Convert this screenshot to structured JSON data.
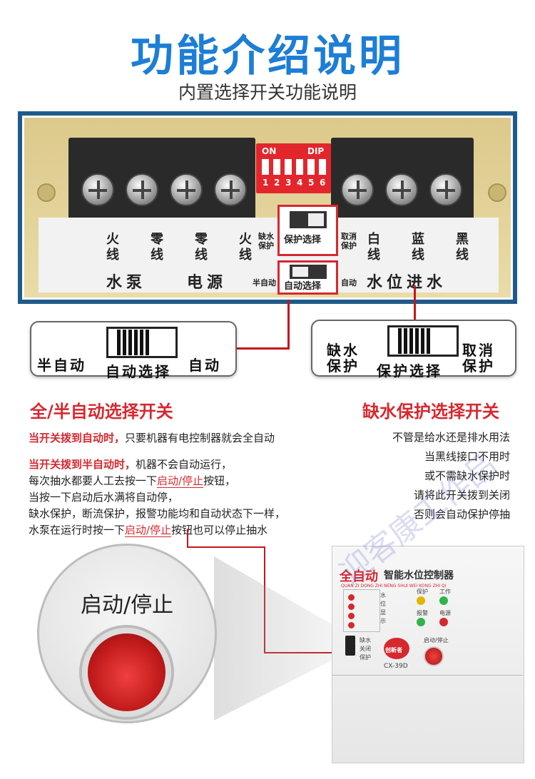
{
  "title": "功能介绍说明",
  "subtitle": "内置选择开关功能说明",
  "board": {
    "dip_on": "ON",
    "dip_label": "DIP",
    "dip_numbers": [
      "1",
      "2",
      "3",
      "4",
      "5",
      "6"
    ],
    "terminals_left": [
      {
        "top": "火",
        "bottom": "线"
      },
      {
        "top": "零",
        "bottom": "线"
      },
      {
        "top": "零",
        "bottom": "线"
      },
      {
        "top": "火",
        "bottom": "线"
      }
    ],
    "terminals_right": [
      {
        "top": "白",
        "bottom": "线"
      },
      {
        "top": "蓝",
        "bottom": "线"
      },
      {
        "top": "黑",
        "bottom": "线"
      }
    ],
    "group_pump": "水泵",
    "group_power": "电源",
    "group_level": "水位进水",
    "lack_water_protect": "缺水保护",
    "protect_select": "保护选择",
    "cancel_protect": "取消保护",
    "semi_auto": "半自动",
    "auto_select": "自动选择",
    "auto": "自动"
  },
  "callout_left": {
    "left": "半自动",
    "center": "自动选择",
    "right": "自动"
  },
  "callout_right": {
    "left_line1": "缺水",
    "left_line2": "保护",
    "center": "保护选择",
    "right_line1": "取消",
    "right_line2": "保护"
  },
  "section_left": {
    "heading": "全/半自动选择开关",
    "p1_red": "当开关拨到自动时，",
    "p1_rest": "只要机器有电控制器就会全自动",
    "p2_red": "当开关拨到半自动时，",
    "p2_rest": "机器不会自动运行，",
    "line2a": "每次抽水都要人工去按一下",
    "line2b": "启动/停止",
    "line2c": "按钮，",
    "line3": "当按一下启动后水满将自动停，",
    "line4": "缺水保护，断流保护，报警功能均和自动状态下一样，",
    "line5a": "水泵在运行时按一下",
    "line5b": "启动/停止",
    "line5c": "按钮也可以停止抽水"
  },
  "section_right": {
    "heading": "缺水保护选择开关",
    "lines": [
      "不管是给水还是排水用法",
      "当黑线接口不用时",
      "或不需缺水保护时",
      "请将此开关拨到关闭",
      "否则会自动保护停抽"
    ]
  },
  "zoom_label": "启动/停止",
  "device": {
    "brand": "全自动",
    "product": "智能水位控制器",
    "pinyin": "QUAN ZI DONG ZHI NENG SHUI WEI KONG ZHI QI",
    "model": "CX-39D",
    "logo": "创新者",
    "led_labels": [
      "保护",
      "工作",
      "报警",
      "电源"
    ],
    "side_labels": [
      "水",
      "位",
      "显",
      "示"
    ],
    "switch_labels": [
      "缺水",
      "关闭",
      "保护"
    ],
    "start_stop": "启动/停止"
  },
  "watermark": "迎客康工作品",
  "colors": {
    "brand_blue": "#1c7ed6",
    "accent_red": "#d6282f",
    "frame_blue": "#1f5b8a"
  }
}
